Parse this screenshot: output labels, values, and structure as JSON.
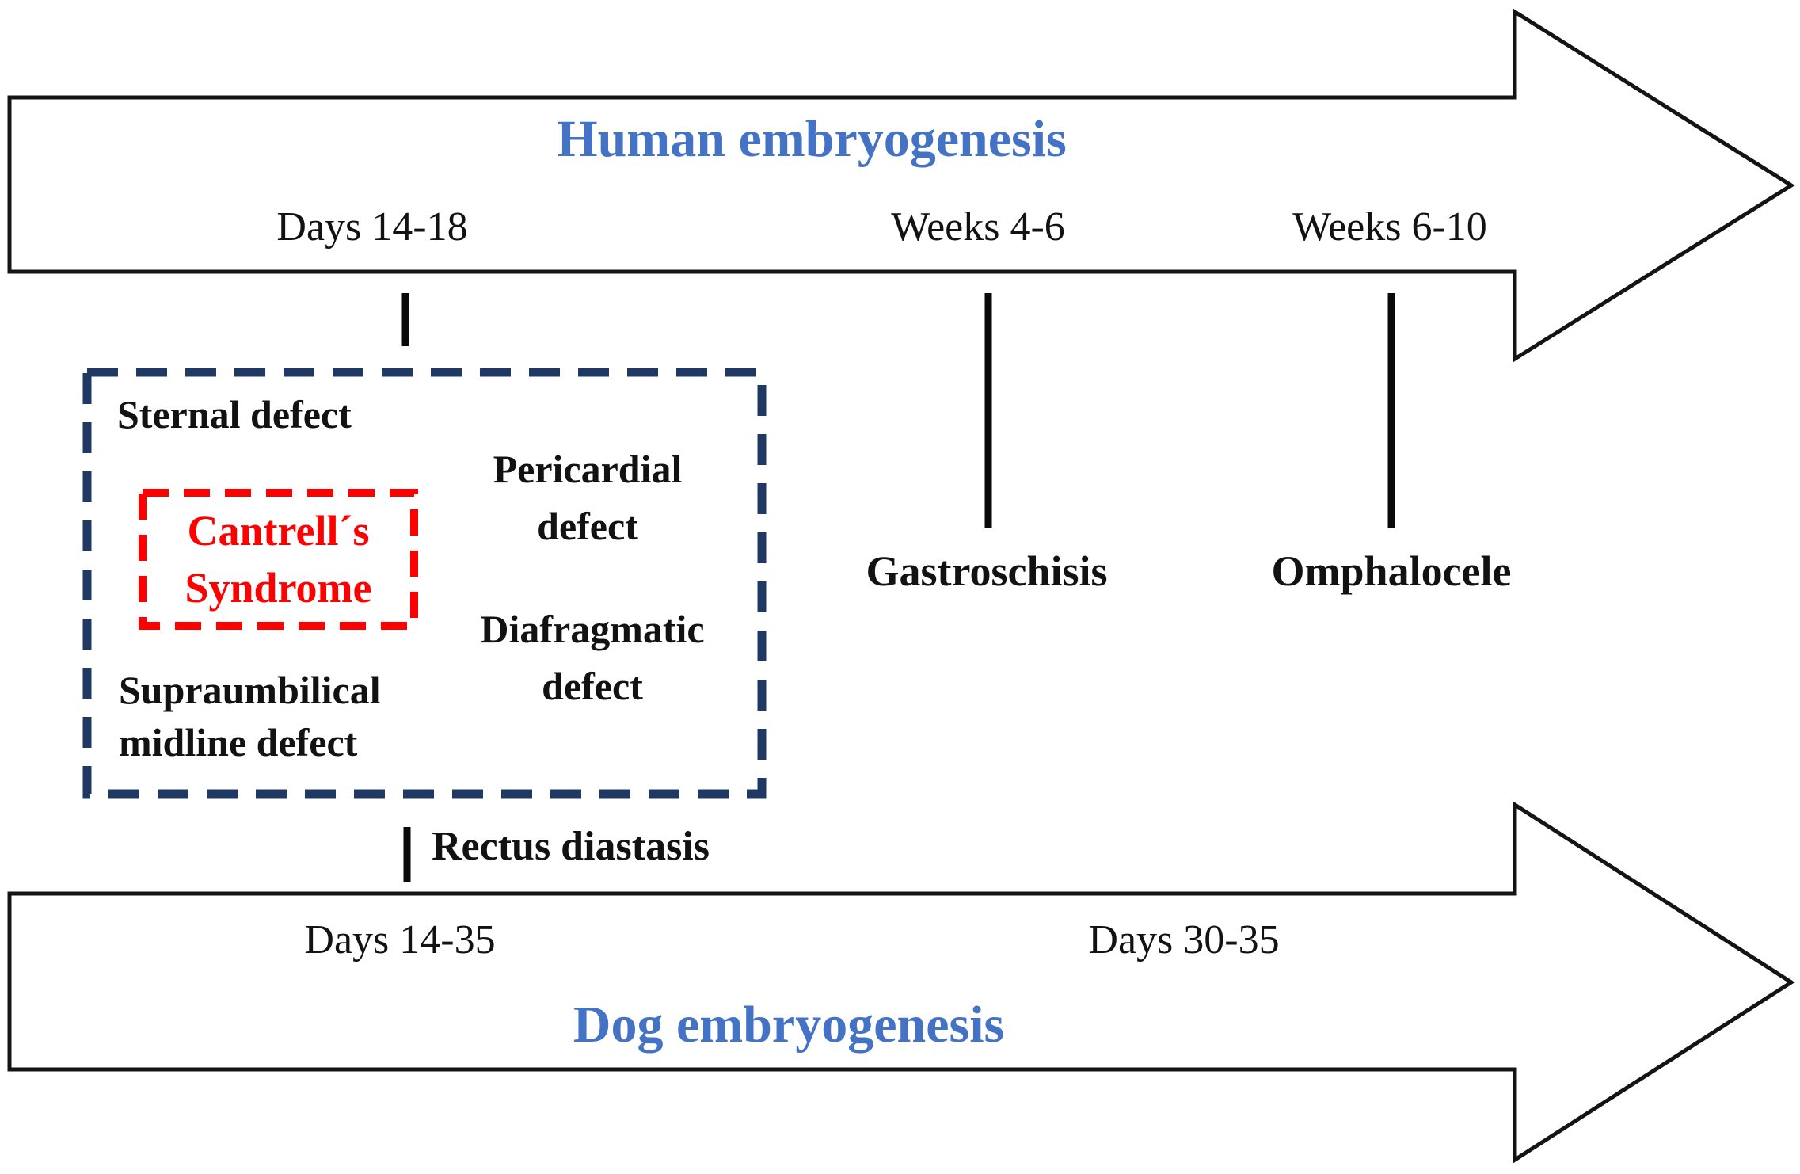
{
  "figure": {
    "type": "embryogenesis comparison timeline diagram"
  },
  "human_timeline": {
    "title": "Human embryogenesis",
    "stages": [
      "Days 14-18",
      "Weeks 4-6",
      "Weeks 6-10"
    ],
    "anomalies": [
      "Gastroschisis",
      "Omphalocele"
    ]
  },
  "syndrome_box": {
    "sternal_defect": "Sternal defect",
    "pericardial_defect": {
      "line1": "Pericardial",
      "line2": "defect"
    },
    "cantrell_syndrome": {
      "line1": "Cantrell´s",
      "line2": "Syndrome"
    },
    "diafragmatic_defect": {
      "line1": "Diafragmatic",
      "line2": "defect"
    },
    "supraumbilical_defect": {
      "line1": "Supraumbilical",
      "line2": "midline defect"
    }
  },
  "rectus_diastasis_label": "Rectus diastasis",
  "dog_timeline": {
    "title": "Dog embryogenesis",
    "stages": [
      "Days 14-35",
      "Days 30-35"
    ]
  },
  "colors": {
    "title_blue": "#4472C4",
    "box_navy": "#1F3864",
    "syndrome_red": "#FF0000",
    "outline_black": "#141414"
  }
}
